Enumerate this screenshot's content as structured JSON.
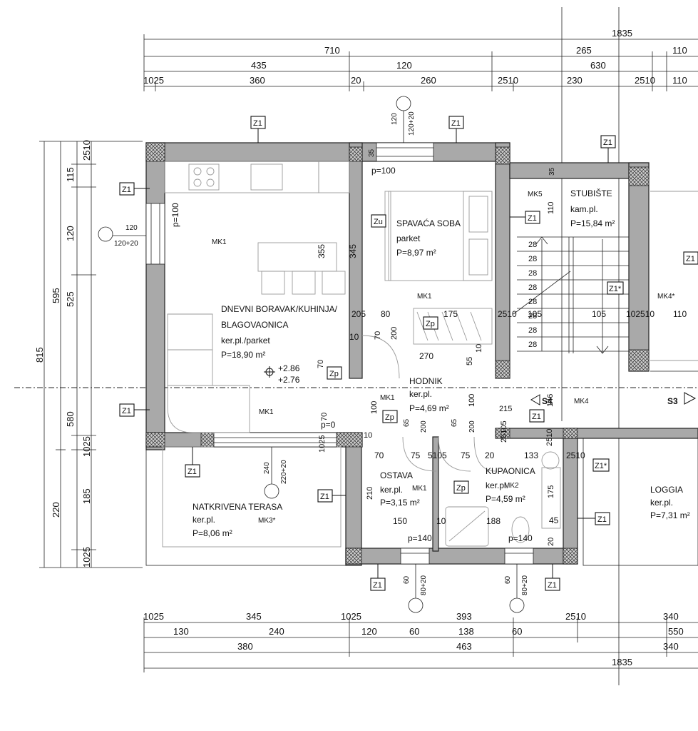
{
  "dims": {
    "top_row1": [
      "1835"
    ],
    "top_row2": [
      "710",
      "265",
      "110"
    ],
    "top_row3": [
      "435",
      "120",
      "630"
    ],
    "top_row4": [
      "1025",
      "360",
      "20",
      "260",
      "2510",
      "230",
      "2510",
      "110"
    ],
    "bottom_row1": [
      "1025",
      "345",
      "1025",
      "393",
      "2510",
      "340"
    ],
    "bottom_row2": [
      "130",
      "240",
      "120",
      "60",
      "138",
      "60",
      "550"
    ],
    "bottom_row3": [
      "380",
      "463",
      "340"
    ],
    "bottom_row4": [
      "1835"
    ],
    "left_outer": [
      "815"
    ],
    "left_mid": [
      "595",
      "220"
    ],
    "left_inner": [
      "2510",
      "115",
      "120",
      "525",
      "580",
      "1025",
      "185",
      "1025"
    ]
  },
  "interior_dims": [
    "205",
    "80",
    "175",
    "2510",
    "105",
    "105",
    "102510",
    "110",
    "10",
    "70",
    "200",
    "70",
    "270",
    "55",
    "10",
    "100",
    "100",
    "215",
    "25105",
    "2510",
    "70",
    "5105",
    "20",
    "133",
    "2510",
    "175",
    "65",
    "200",
    "65",
    "200",
    "75",
    "75",
    "210",
    "150",
    "10",
    "188",
    "45",
    "20",
    "355",
    "345",
    "35",
    "35",
    "110",
    "146",
    "10",
    "1025",
    "70"
  ],
  "stair_steps": [
    "28",
    "28",
    "28",
    "28",
    "28",
    "28",
    "28",
    "28"
  ],
  "tags": {
    "z1": "Z1",
    "zu": "Zu",
    "zp": "Zp",
    "z1star": "Z1*"
  },
  "mk": {
    "mk1": "MK1",
    "mk2": "MK2",
    "mk3": "MK3*",
    "mk4": "MK4",
    "mk4star": "MK4*",
    "mk5": "MK5"
  },
  "windows": {
    "w1": [
      "120",
      "120+20"
    ],
    "w2": [
      "120",
      "120+20"
    ],
    "w3": [
      "240",
      "220+20"
    ],
    "w4": [
      "60",
      "80+20"
    ],
    "w5": [
      "60",
      "80+20"
    ]
  },
  "parapets": {
    "p100a": "p=100",
    "p100b": "p=100",
    "p0": "p=0",
    "p140a": "p=140",
    "p140b": "p=140"
  },
  "levels": [
    "+2.86",
    "+2.76"
  ],
  "sections": {
    "s4": "S4",
    "s3": "S3"
  },
  "rooms": {
    "dnevni": {
      "name1": "DNEVNI BORAVAK/KUHINJA/",
      "name2": "BLAGOVAONICA",
      "floor": "ker.pl./parket",
      "area": "P=18,90 m²"
    },
    "spavaca": {
      "name": "SPAVAĆA SOBA",
      "floor": "parket",
      "area": "P=8,97 m²"
    },
    "stubiste": {
      "name": "STUBIŠTE",
      "floor": "kam.pl.",
      "area": "P=15,84 m²"
    },
    "hodnik": {
      "name": "HODNIK",
      "floor": "ker.pl.",
      "area": "P=4,69 m²"
    },
    "ostava": {
      "name": "OSTAVA",
      "floor": "ker.pl.",
      "area": "P=3,15 m²"
    },
    "kupaonica": {
      "name": "KUPAONICA",
      "floor": "ker.pl.",
      "area": "P=4,59 m²"
    },
    "terasa": {
      "name": "NATKRIVENA TERASA",
      "floor": "ker.pl.",
      "area": "P=8,06 m²"
    },
    "loggia": {
      "name": "LOGGIA",
      "floor": "ker.pl.",
      "area": "P=7,31 m²"
    }
  }
}
